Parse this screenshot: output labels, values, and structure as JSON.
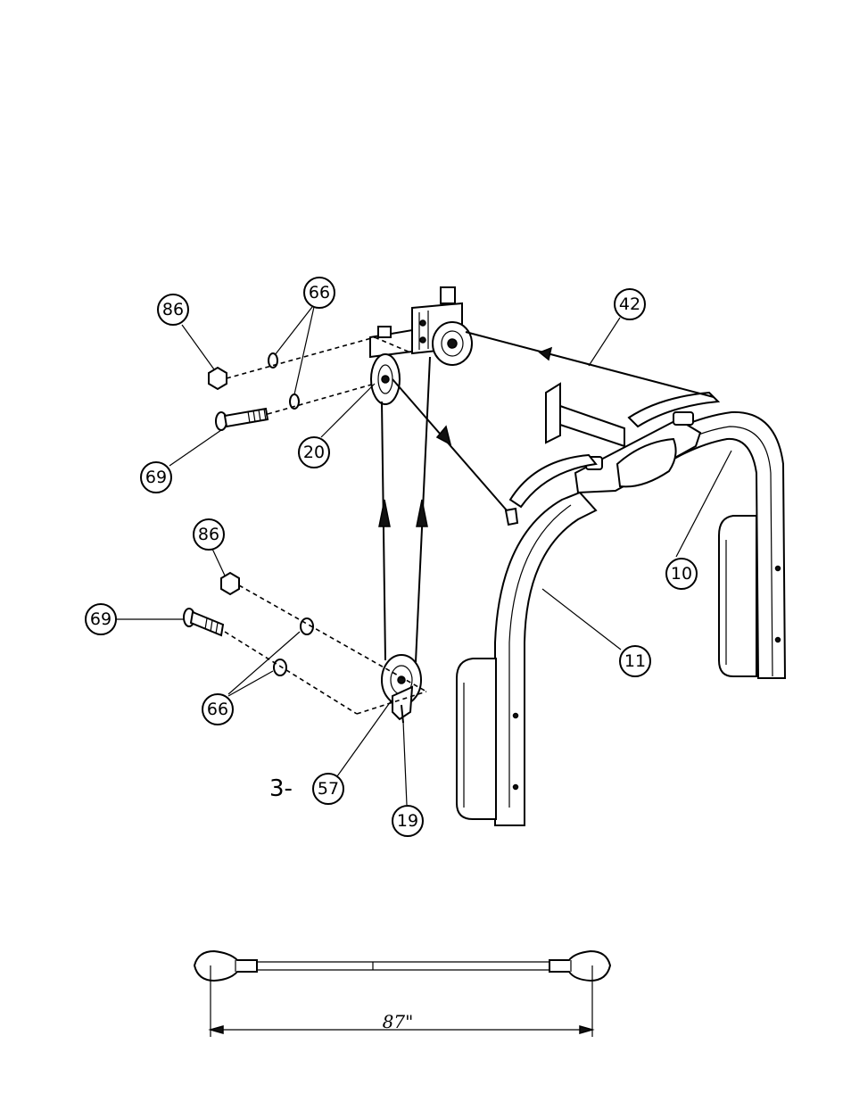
{
  "callouts": {
    "c86_top": "86",
    "c66_top": "66",
    "c42": "42",
    "c20": "20",
    "c69_top": "69",
    "c10": "10",
    "c86_mid": "86",
    "c69_mid": "69",
    "c11": "11",
    "c66_bottom": "66",
    "c57": "57",
    "c19": "19"
  },
  "quantity_prefix": "3-",
  "cable_dimension": "87\"",
  "colors": {
    "line": "#000000",
    "background": "#ffffff"
  }
}
